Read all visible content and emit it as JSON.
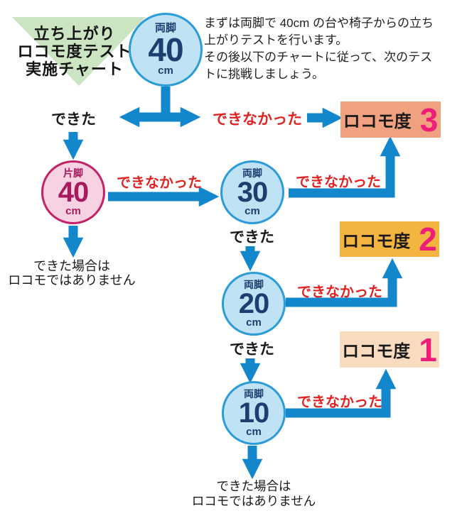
{
  "header": {
    "title_lines": [
      "立ち上がり",
      "ロコモ度テスト",
      "実施チャート"
    ],
    "intro_lines": [
      "まずは両脚で 40cm の台や椅子からの立ち",
      "上がりテストを行います。",
      "その後以下のチャートに従って、次のテス",
      "トに挑戦しましょう。"
    ]
  },
  "nodes": {
    "start_40": {
      "legs": "両脚",
      "height": "40",
      "unit": "cm"
    },
    "single_40": {
      "legs": "片脚",
      "height": "40",
      "unit": "cm"
    },
    "both_30": {
      "legs": "両脚",
      "height": "30",
      "unit": "cm"
    },
    "both_20": {
      "legs": "両脚",
      "height": "20",
      "unit": "cm"
    },
    "both_10": {
      "legs": "両脚",
      "height": "10",
      "unit": "cm"
    }
  },
  "labels": {
    "pass": "できた",
    "fail": "できなかった",
    "no_locomo_line1": "できた場合は",
    "no_locomo_line2": "ロコモではありません"
  },
  "badges": {
    "level3": {
      "label": "ロコモ度",
      "level": "3",
      "bg": "#f0a180"
    },
    "level2": {
      "label": "ロコモ度",
      "level": "2",
      "bg": "#f3b440"
    },
    "level1": {
      "label": "ロコモ度",
      "level": "1",
      "bg": "#f9dcc0"
    }
  },
  "colors": {
    "arrow_blue": "#1287cc",
    "circle_blue_fill": "#bfe2f4",
    "circle_blue_border": "#2b9cd8",
    "circle_blue_text": "#1c3f70",
    "circle_pink_fill": "#f7d2e2",
    "circle_pink_border": "#c12369",
    "circle_pink_text": "#a81a5e",
    "fail_red": "#e02222",
    "level_pink": "#ec1e79",
    "triangle_green": "#cbe5c3"
  }
}
